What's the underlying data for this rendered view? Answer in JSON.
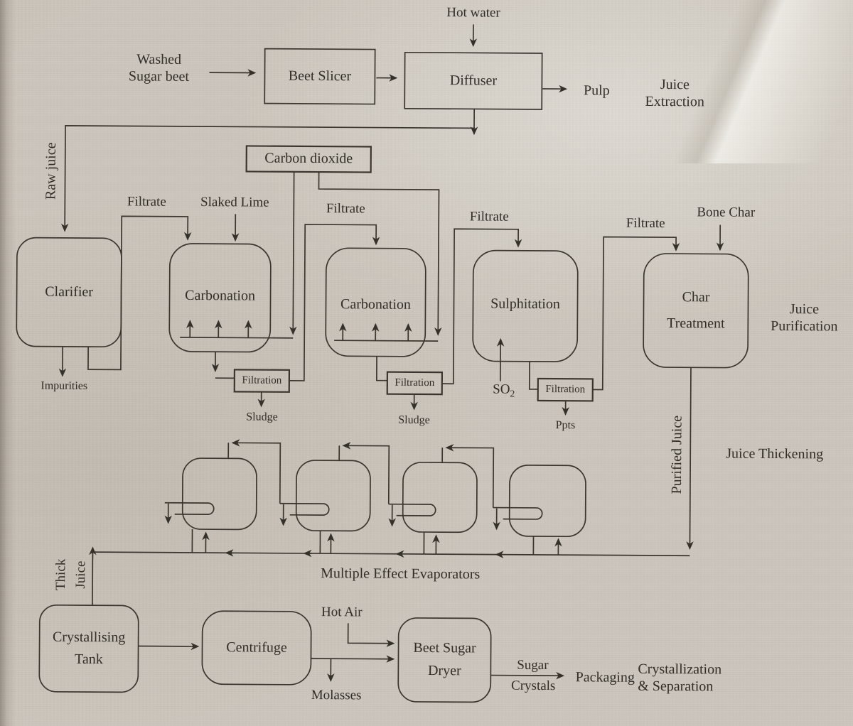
{
  "colors": {
    "paper": "#cbc5bc",
    "ink": "#34302a"
  },
  "nodes": {
    "beet_slicer": "Beet Slicer",
    "diffuser": "Diffuser",
    "carbon_dioxide": "Carbon dioxide",
    "clarifier": "Clarifier",
    "carbonation_1": "Carbonation",
    "carbonation_2": "Carbonation",
    "sulphitation": "Sulphitation",
    "char_treatment": {
      "line1": "Char",
      "line2": "Treatment"
    },
    "filtration_1": "Filtration",
    "filtration_2": "Filtration",
    "filtration_3": "Filtration",
    "crystallising_tank": {
      "line1": "Crystallising",
      "line2": "Tank"
    },
    "centrifuge": "Centrifuge",
    "beet_sugar_dryer": {
      "line1": "Beet Sugar",
      "line2": "Dryer"
    }
  },
  "streams": {
    "hot_water": "Hot water",
    "washed_sugar_beet": {
      "line1": "Washed",
      "line2": "Sugar beet"
    },
    "pulp": "Pulp",
    "raw_juice": "Raw juice",
    "impurities": "Impurities",
    "filtrate_1": "Filtrate",
    "slaked_lime": "Slaked Lime",
    "filtrate_2": "Filtrate",
    "filtrate_3": "Filtrate",
    "filtrate_4": "Filtrate",
    "bone_char": "Bone Char",
    "sludge_1": "Sludge",
    "sludge_2": "Sludge",
    "so2": {
      "base": "SO",
      "sub": "2"
    },
    "ppts": "Ppts",
    "purified_juice": "Purified Juice",
    "thick_juice": {
      "line1": "Thick",
      "line2": "Juice"
    },
    "hot_air": "Hot Air",
    "molasses": "Molasses",
    "sugar_crystals": {
      "line1": "Sugar",
      "line2": "Crystals"
    },
    "packaging": "Packaging"
  },
  "captions": {
    "multiple_effect_evaporators": "Multiple Effect Evaporators"
  },
  "section_labels": {
    "juice_extraction": {
      "line1": "Juice",
      "line2": "Extraction"
    },
    "juice_purification": {
      "line1": "Juice",
      "line2": "Purification"
    },
    "juice_thickening": "Juice Thickening",
    "crystallization_separation": {
      "line1": "Crystallization",
      "line2": "& Separation"
    }
  }
}
